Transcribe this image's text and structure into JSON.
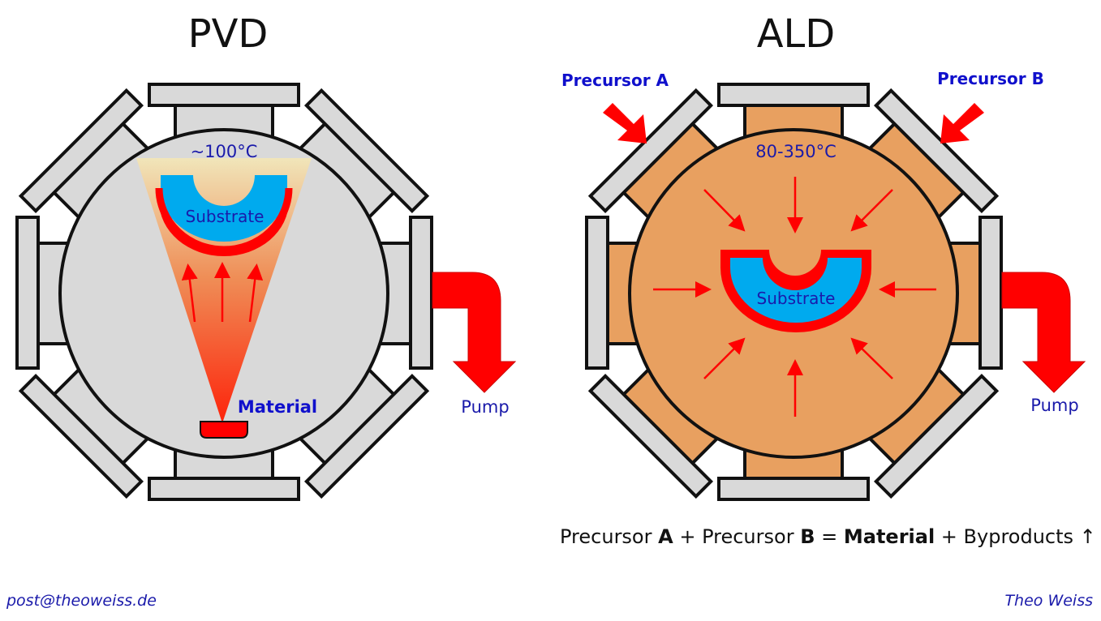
{
  "pvd": {
    "title": "PVD",
    "temperature": "~100°C",
    "substrate_label": "Substrate",
    "material_label": "Material",
    "pump_label": "Pump"
  },
  "ald": {
    "title": "ALD",
    "temperature": "80-350°C",
    "substrate_label": "Substrate",
    "precursor_a_label": "Precursor A",
    "precursor_b_label": "Precursor B",
    "pump_label": "Pump"
  },
  "equation": {
    "part1": "Precursor ",
    "a": "A",
    "plus1": " + Precursor ",
    "b": "B",
    "eq": " = ",
    "material": "Material",
    "plus2": " + Byproducts ↑"
  },
  "footer": {
    "email": "post@theoweiss.de",
    "author": "Theo Weiss"
  },
  "colors": {
    "flange": "#d9d9d9",
    "ald_chamber": "#e8a060",
    "substrate": "#00aaee",
    "coating": "#ff0000",
    "label_blue": "#1010cc"
  }
}
